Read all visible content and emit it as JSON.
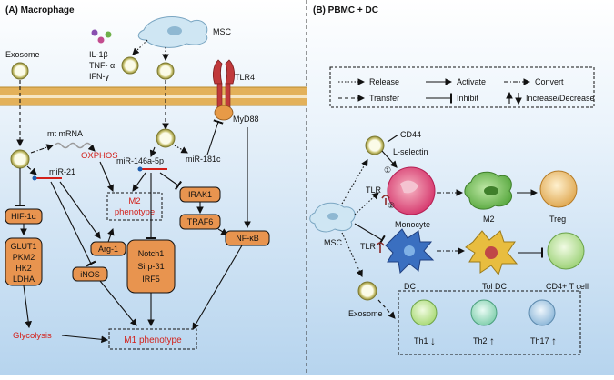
{
  "panel_a": {
    "title": "(A) Macrophage",
    "msc_label": "MSC",
    "cytokines": [
      "IL-1β",
      "TNF- α",
      "IFN-γ"
    ],
    "exosome_label": "Exosome",
    "tlr4_label": "TLR4",
    "myd88_label": "MyD88",
    "mt_mrna_label": "mt mRNA",
    "oxphos_label": "OXPHOS",
    "mir21_label": "miR-21",
    "mir146_label": "miR-146a-5p",
    "mir181_label": "miR-181c",
    "m2_phenotype": [
      "M2",
      "phenotype"
    ],
    "irak1_label": "IRAK1",
    "traf6_label": "TRAF6",
    "nfkb_label": "NF-κB",
    "hif_label": "HIF-1α",
    "glut_box": [
      "GLUT1",
      "PKM2",
      "HK2",
      "LDHA"
    ],
    "arg1_label": "Arg-1",
    "inos_label": "iNOS",
    "notch_box": [
      "Notch1",
      "Sirp-β1",
      "IRF5"
    ],
    "glycolysis_label": "Glycolysis",
    "m1_phenotype": "M1 phenotype"
  },
  "panel_b": {
    "title": "(B) PBMC + DC",
    "legend": {
      "release": "Release",
      "activate": "Activate",
      "convert": "Convert",
      "transfer": "Transfer",
      "inhibit": "Inhibit",
      "increase_decrease": "Increase/Decrease"
    },
    "cd44_label": "CD44",
    "lselectin_label": "L-selectin",
    "marker_1": "①",
    "marker_2": "②",
    "tlr_label_1": "TLR",
    "tlr_label_2": "TLR",
    "msc_label": "MSC",
    "monocyte_label": "Monocyte",
    "m2_label": "M2",
    "treg_label": "Treg",
    "dc_label": "DC",
    "toldc_label": "Tol DC",
    "cd4_label": "CD4+ T cell",
    "exosome_label": "Exosome",
    "th1_label": "Th1",
    "th2_label": "Th2",
    "th17_label": "Th17",
    "th1_arrow": "↓",
    "th2_arrow": "↑",
    "th17_arrow": "↑"
  },
  "colors": {
    "background_top": "#ffffff",
    "background_bottom": "#b6d4ee",
    "box_fill": "#e8944f",
    "highlight_red": "#d3201a",
    "membrane": "#e3b15a"
  }
}
